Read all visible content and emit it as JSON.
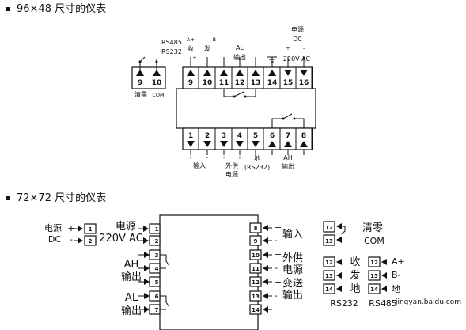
{
  "headings": {
    "h96": "96×48 尺寸的仪表",
    "h72": "72×72 尺寸的仪表"
  },
  "d96": {
    "top_pins_left": [
      "9",
      "10"
    ],
    "top_pins_right": [
      "9",
      "10",
      "11",
      "12",
      "13",
      "14",
      "15",
      "16"
    ],
    "bottom_pins": [
      "1",
      "2",
      "3",
      "4",
      "5",
      "6",
      "7",
      "8"
    ],
    "labels": {
      "rs485": "RS485",
      "rs232": "RS232",
      "a_plus": "A+",
      "b_minus": "B-",
      "shou": "收",
      "fa": "发",
      "al": "AL",
      "al_out": "输出",
      "power": "电源",
      "dc": "DC",
      "ac220": "220V AC",
      "clear": "清零",
      "com": "COM",
      "input": "输入",
      "ext": "外供",
      "ext2": "电源",
      "gnd": "地",
      "gnd_rs232": "(RS232)",
      "ah": "AH",
      "ah_out": "输出",
      "plus": "+",
      "minus": "-"
    }
  },
  "d72": {
    "left_pins": [
      "1",
      "2",
      "3",
      "4",
      "5",
      "6",
      "7"
    ],
    "right_pins": [
      "8",
      "9",
      "10",
      "11",
      "12",
      "13",
      "14"
    ],
    "left_ext_pins": [
      "1",
      "2"
    ],
    "clear_pins": [
      "12",
      "13"
    ],
    "comm_pins_left": [
      "12",
      "13",
      "14"
    ],
    "comm_pins_right": [
      "12",
      "13",
      "14"
    ],
    "labels": {
      "dc_power": "电源",
      "dc": "DC",
      "power": "电源",
      "ac220": "220V AC",
      "ah": "AH",
      "ah_out": "输出",
      "al": "AL",
      "al_out": "输出",
      "input": "输入",
      "ext": "外供",
      "ext_power": "电源",
      "transmit": "变送",
      "trans_out": "输出",
      "clear": "清零",
      "com": "COM",
      "shou": "收",
      "fa": "发",
      "di": "地",
      "a_plus": "A+",
      "b_minus": "B-",
      "di2": "地",
      "rs232": "RS232",
      "rs485": "RS485",
      "plus": "+",
      "minus": "-"
    }
  },
  "watermark": "jingyan.baidu.com"
}
